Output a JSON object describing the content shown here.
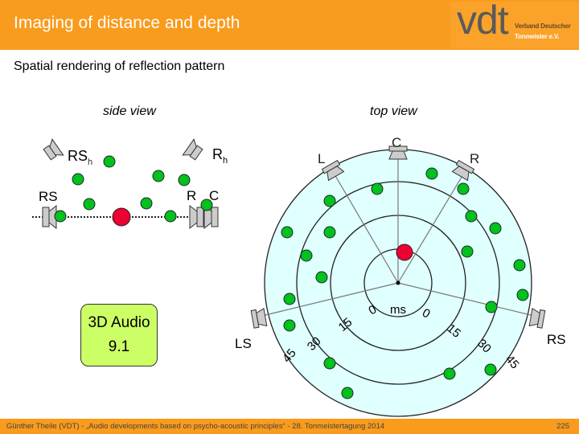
{
  "header": {
    "title": "Imaging of distance and depth",
    "logo_text": "vdt",
    "logo_line1": "Verband Deutscher",
    "logo_line2": "Tonmeister e.V."
  },
  "subtitle": "Spatial rendering of reflection pattern",
  "side_view": {
    "label": "side view",
    "speakers": {
      "rs_h": "RS",
      "rs_h_sub": "h",
      "r_h": "R",
      "r_h_sub": "h",
      "rs": "RS",
      "r": "R",
      "c": "C"
    }
  },
  "top_view": {
    "label": "top view",
    "speakers": {
      "l": "L",
      "c": "C",
      "r": "R",
      "ls": "LS",
      "rs": "RS"
    },
    "unit": "ms",
    "ring_labels": [
      "0",
      "15",
      "30",
      "45"
    ]
  },
  "badge": {
    "line1": "3D Audio",
    "line2": "9.1"
  },
  "footer": {
    "text": "Günther Theile  (VDT)  -  „Audio developments based on psycho-acoustic principles“   -   28. Tonmeistertagung 2014",
    "page": "225"
  },
  "colors": {
    "header": "#f99b1c",
    "reflection": "#00c21e",
    "source": "#ee0033",
    "field": "#e0ffff",
    "badge": "#ccff66"
  }
}
